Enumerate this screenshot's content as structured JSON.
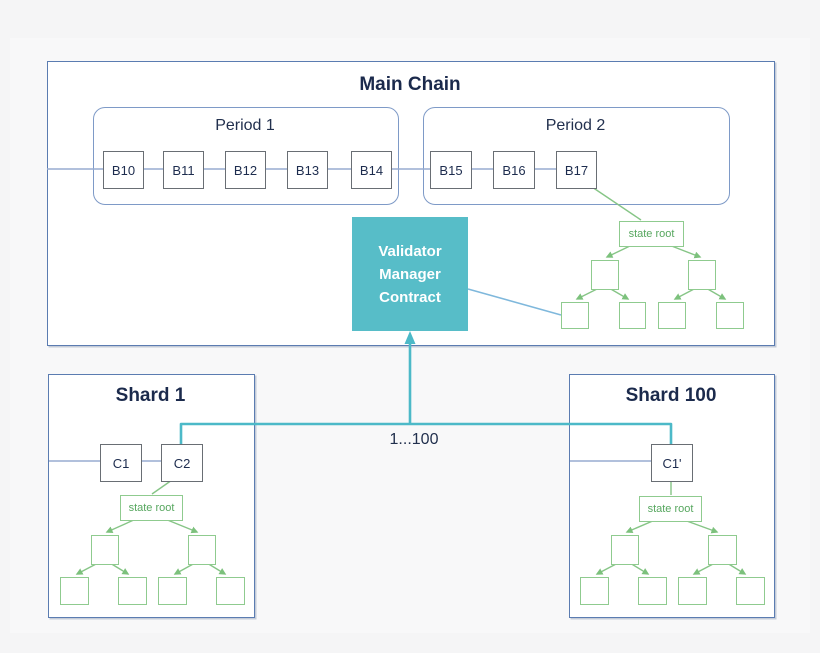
{
  "diagram": {
    "main_chain": {
      "title": "Main Chain",
      "periods": [
        {
          "label": "Period 1",
          "blocks": [
            "B10",
            "B11",
            "B12",
            "B13",
            "B14"
          ]
        },
        {
          "label": "Period 2",
          "blocks": [
            "B15",
            "B16",
            "B17"
          ]
        }
      ],
      "validator_manager_contract": {
        "lines": [
          "Validator",
          "Manager",
          "Contract"
        ]
      },
      "state_root_label": "state root"
    },
    "shards": [
      {
        "title": "Shard 1",
        "blocks": [
          "C1",
          "C2"
        ],
        "state_root_label": "state root"
      },
      {
        "title": "Shard 100",
        "blocks": [
          "C1'"
        ],
        "state_root_label": "state root"
      }
    ],
    "connector_label": "1...100",
    "colors": {
      "background": "#f5f5f6",
      "box_fill": "#ffffff",
      "chain_border_blue": "#5b7cb1",
      "period_border_blue": "#7e9ac7",
      "chain_link_blue": "#97abd1",
      "block_border_gray": "#696e74",
      "navy_text": "#1b2a4c",
      "teal_accent": "#57bdc8",
      "teal_line": "#4cb9c8",
      "green_line": "#86c586",
      "green_border": "#8fcb8f",
      "green_text": "#57a75f",
      "vmc_link_blue": "#7fb8dc"
    }
  }
}
